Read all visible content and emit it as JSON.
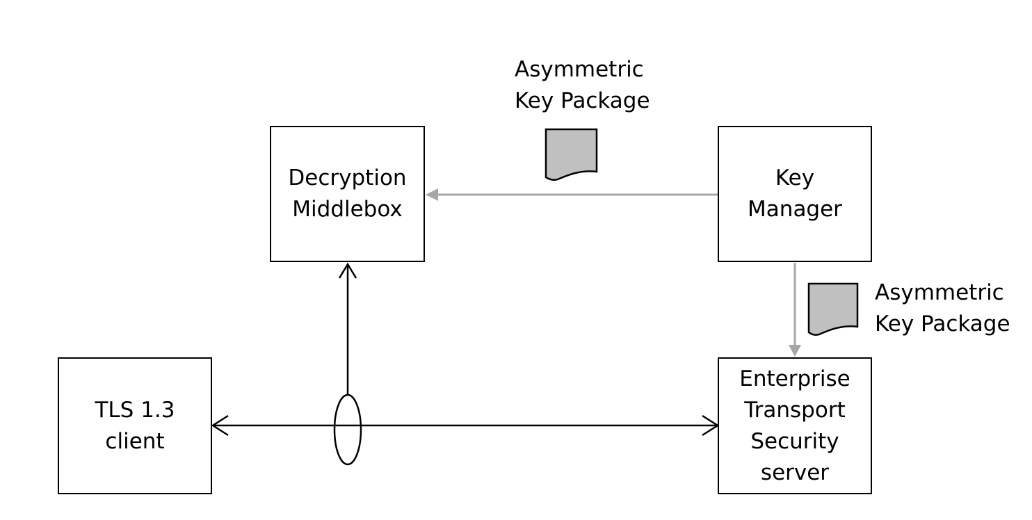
{
  "nodes": {
    "decryption_middlebox": {
      "line1": "Decryption",
      "line2": "Middlebox"
    },
    "key_manager": {
      "line1": "Key",
      "line2": "Manager"
    },
    "tls_client": {
      "line1": "TLS 1.3",
      "line2": "client"
    },
    "ets_server": {
      "line1": "Enterprise",
      "line2": "Transport",
      "line3": "Security",
      "line4": "server"
    }
  },
  "packages": {
    "to_middlebox": {
      "line1": "Asymmetric",
      "line2": "Key Package"
    },
    "to_server": {
      "line1": "Asymmetric",
      "line2": "Key Package"
    }
  },
  "colors": {
    "box_border": "#000000",
    "flow_line": "#000000",
    "key_flow_line": "#a6a6a6",
    "package_fill": "#c0c0c0",
    "text": "#000000"
  },
  "icons": {
    "package": "document-icon",
    "tap": "ellipse-tap-icon"
  }
}
